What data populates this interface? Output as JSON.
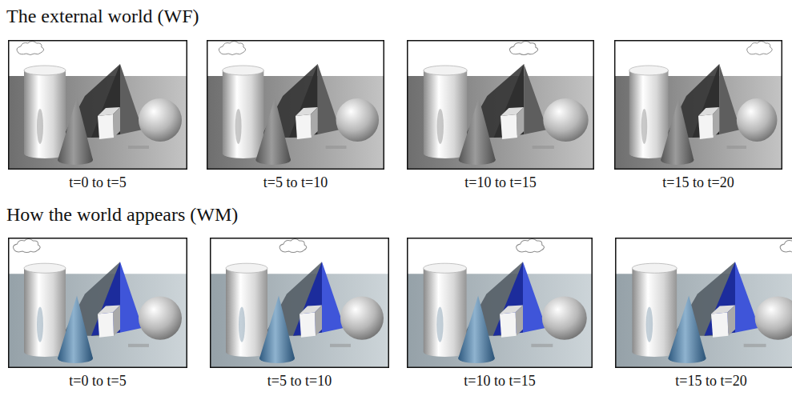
{
  "diagram": {
    "nodes": [
      {
        "text": [
          "t=0 to t=5"
        ]
      },
      {
        "text": [
          "t=5 to t=10"
        ]
      },
      {
        "text": [
          "t=10 to t=15"
        ]
      },
      {
        "text": [
          "t=15 to t=20"
        ]
      },
      {
        "text": [
          "t=0 to t=5"
        ]
      },
      {
        "text": [
          "t=5 to t=10"
        ]
      },
      {
        "text": [
          "t=10 to t=15"
        ]
      },
      {
        "text": [
          "t=15 to t=20"
        ]
      }
    ],
    "labels": [
      "The external world (WF)",
      "How the world appears (WM)"
    ]
  }
}
